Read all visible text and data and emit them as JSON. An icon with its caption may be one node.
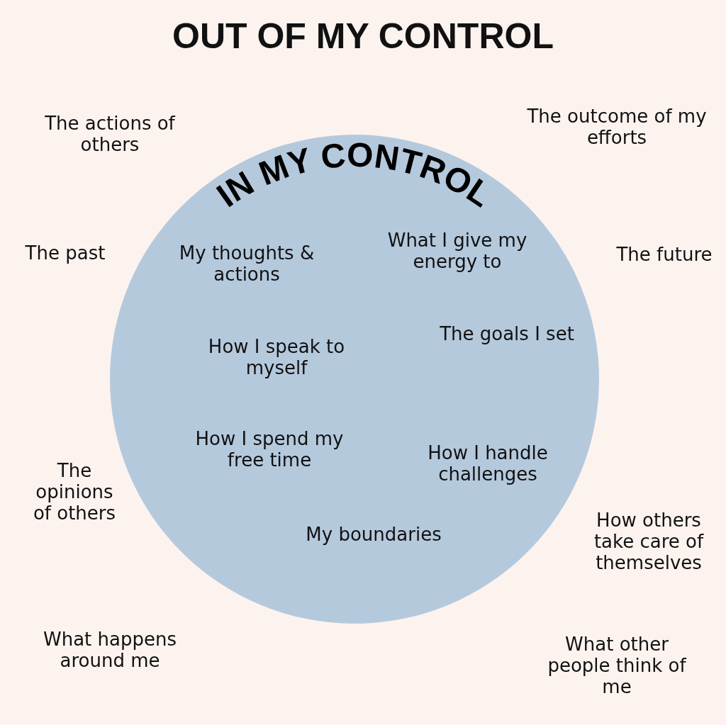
{
  "diagram": {
    "title": "OUT OF MY CONTROL",
    "nodes": [
      {
        "text": [
          "IN MY CONTROL",
          "My thoughts & actions",
          "What I give my energy to",
          "How I speak to myself",
          "The goals I set",
          "How I spend my free time",
          "How I handle challenges",
          "My boundaries"
        ]
      }
    ],
    "edges": [],
    "labels": [
      "The actions of others",
      "The outcome of my efforts",
      "The past",
      "The future",
      "The opinions of others",
      "How others take care of themselves",
      "What happens around me",
      "What other people think of me"
    ]
  }
}
